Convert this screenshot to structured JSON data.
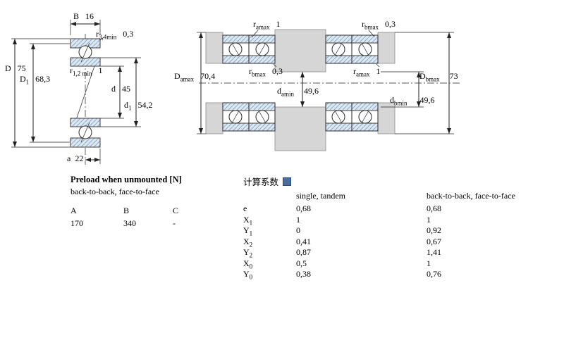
{
  "colors": {
    "hatch_fill": "#dce8f4",
    "hatch_line": "#8fa9c6",
    "steel_gray": "#d6d6d6",
    "line": "#222222"
  },
  "dims": {
    "B": {
      "sym": "B",
      "sub": "",
      "value": "16"
    },
    "r34": {
      "sym": "r",
      "sub": "3,4min",
      "value": "0,3"
    },
    "D": {
      "sym": "D",
      "sub": "",
      "value": "75"
    },
    "D1": {
      "sym": "D",
      "sub": "1",
      "value": "68,3"
    },
    "r12": {
      "sym": "r",
      "sub": "1,2 min",
      "value": "1"
    },
    "d": {
      "sym": "d",
      "sub": "",
      "value": "45"
    },
    "d1": {
      "sym": "d",
      "sub": "1",
      "value": "54,2"
    },
    "a": {
      "sym": "a",
      "sub": "",
      "value": "22"
    },
    "ramax_a": {
      "sym": "r",
      "sub": "amax",
      "value": "1"
    },
    "Damax": {
      "sym": "D",
      "sub": "amax",
      "value": "70,4"
    },
    "rbmax_a": {
      "sym": "r",
      "sub": "bmax",
      "value": "0,3"
    },
    "damin": {
      "sym": "d",
      "sub": "amin",
      "value": "49,6"
    },
    "rbmax_b": {
      "sym": "r",
      "sub": "bmax",
      "value": "0,3"
    },
    "ramax_b": {
      "sym": "r",
      "sub": "amax",
      "value": "1"
    },
    "Dbmax": {
      "sym": "D",
      "sub": "bmax",
      "value": "73"
    },
    "dbmin": {
      "sym": "d",
      "sub": "bmin",
      "value": "49,6"
    }
  },
  "preload": {
    "title": "Preload when unmounted [N]",
    "subtitle": "back-to-back, face-to-face",
    "headers": [
      "A",
      "B",
      "C"
    ],
    "values": [
      "170",
      "340",
      "-"
    ]
  },
  "factors": {
    "title": "计算系数",
    "col1_header": "single, tandem",
    "col2_header": "back-to-back, face-to-face",
    "rows": [
      {
        "sym": "e",
        "sub": "",
        "v1": "0,68",
        "v2": "0,68"
      },
      {
        "sym": "X",
        "sub": "1",
        "v1": "1",
        "v2": "1"
      },
      {
        "sym": "Y",
        "sub": "1",
        "v1": "0",
        "v2": "0,92"
      },
      {
        "sym": "X",
        "sub": "2",
        "v1": "0,41",
        "v2": "0,67"
      },
      {
        "sym": "Y",
        "sub": "2",
        "v1": "0,87",
        "v2": "1,41"
      },
      {
        "sym": "X",
        "sub": "0",
        "v1": "0,5",
        "v2": "1"
      },
      {
        "sym": "Y",
        "sub": "0",
        "v1": "0,38",
        "v2": "0,76"
      }
    ]
  }
}
